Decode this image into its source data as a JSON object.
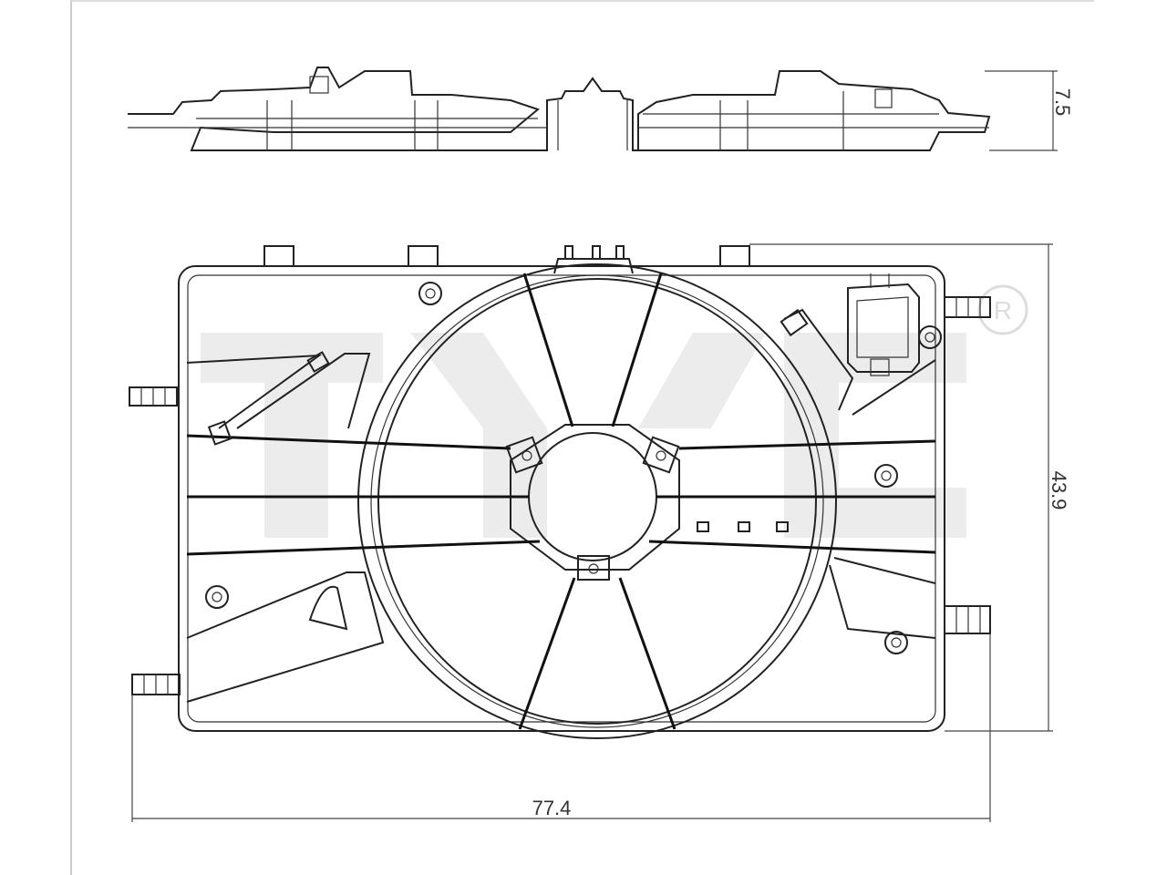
{
  "drawing": {
    "dimensions": {
      "width_label": "77.4",
      "height_label": "43.9",
      "depth_label": "7.5"
    },
    "watermark": {
      "text": "TYC",
      "registered_mark": "R"
    },
    "colors": {
      "line": "#222222",
      "watermark": "#e9e9e9",
      "frame_border": "#cccccc"
    }
  }
}
